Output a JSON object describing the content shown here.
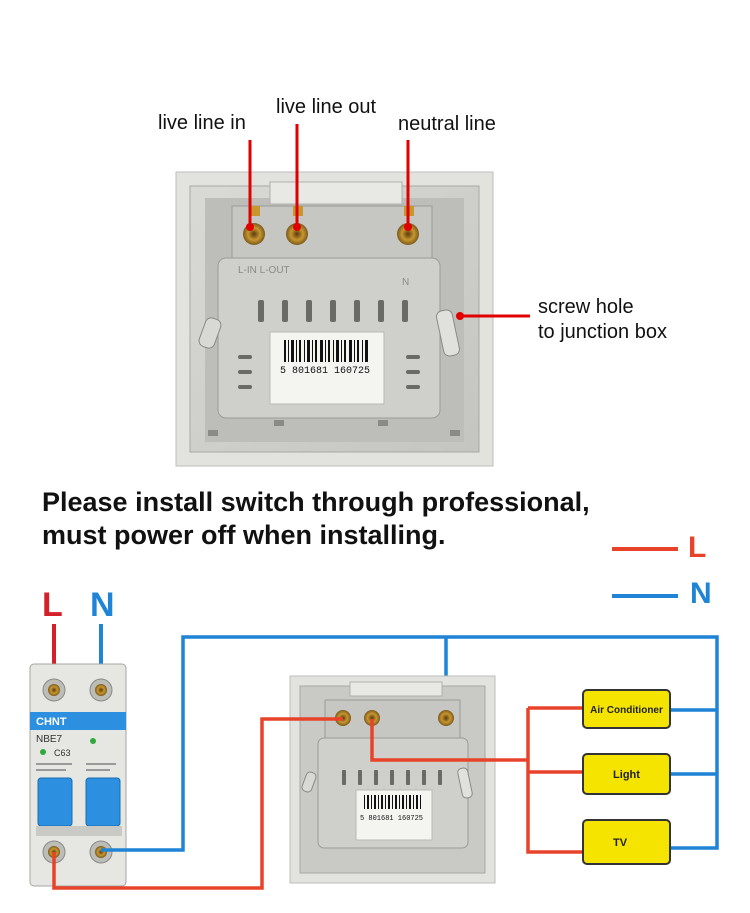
{
  "labels": {
    "live_in": "live line in",
    "live_out": "live line out",
    "neutral": "neutral line",
    "screw_hole": "screw hole\nto junction box"
  },
  "notice": {
    "line1": "Please install switch through professional,",
    "line2": "must power off when installing."
  },
  "legend": [
    {
      "letter": "L",
      "color": "#e8432a"
    },
    {
      "letter": "N",
      "color": "#1f84d6"
    }
  ],
  "breaker": {
    "brand": "CHNT",
    "model": "NBE7",
    "rating": "C63",
    "left_letter": "L",
    "right_letter": "N"
  },
  "switch_marks": {
    "terminals": "L-IN  L-OUT",
    "neutral_mark": "N",
    "barcode_number": "5 801681 160725"
  },
  "loads": [
    {
      "label": "Air Conditioner"
    },
    {
      "label": "Light"
    },
    {
      "label": "TV"
    }
  ],
  "colors": {
    "live": "#e8432a",
    "neutral": "#1f84d6",
    "pointer": "#e00000",
    "load_fill": "#f4e400",
    "breaker_blue": "#2c8fe0"
  }
}
